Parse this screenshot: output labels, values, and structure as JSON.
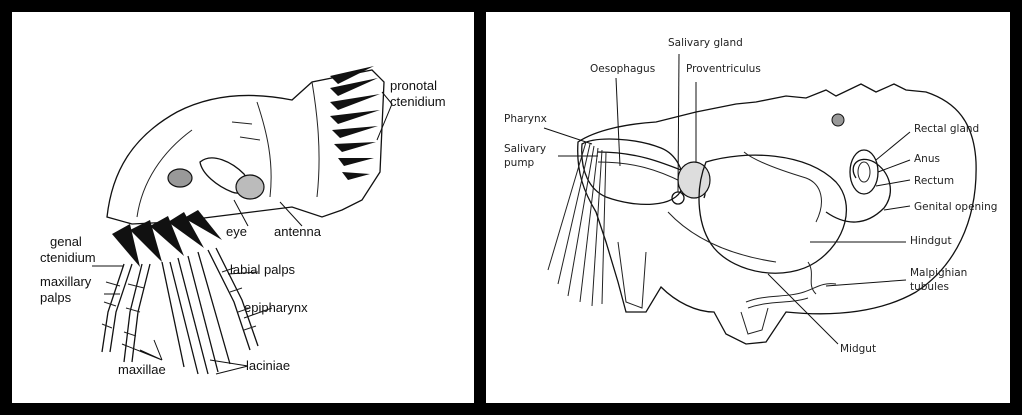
{
  "left_panel": {
    "labels": {
      "pronotal_ctenidium_1": "pronotal",
      "pronotal_ctenidium_2": "ctenidium",
      "eye": "eye",
      "antenna": "antenna",
      "genal_ctenidium_1": "genal",
      "genal_ctenidium_2": "ctenidium",
      "maxillary_palps_1": "maxillary",
      "maxillary_palps_2": "palps",
      "labial_palps": "labial palps",
      "epipharynx": "epipharynx",
      "maxillae": "maxillae",
      "laciniae": "laciniae"
    }
  },
  "right_panel": {
    "labels": {
      "salivary_gland": "Salivary gland",
      "oesophagus": "Oesophagus",
      "proventriculus": "Proventriculus",
      "pharynx": "Pharynx",
      "salivary_pump_1": "Salivary",
      "salivary_pump_2": "pump",
      "rectal_gland": "Rectal gland",
      "anus": "Anus",
      "rectum": "Rectum",
      "genital_opening": "Genital opening",
      "hindgut": "Hindgut",
      "malpighian_tubules_1": "Malpighian",
      "malpighian_tubules_2": "tubules",
      "midgut": "Midgut"
    }
  }
}
